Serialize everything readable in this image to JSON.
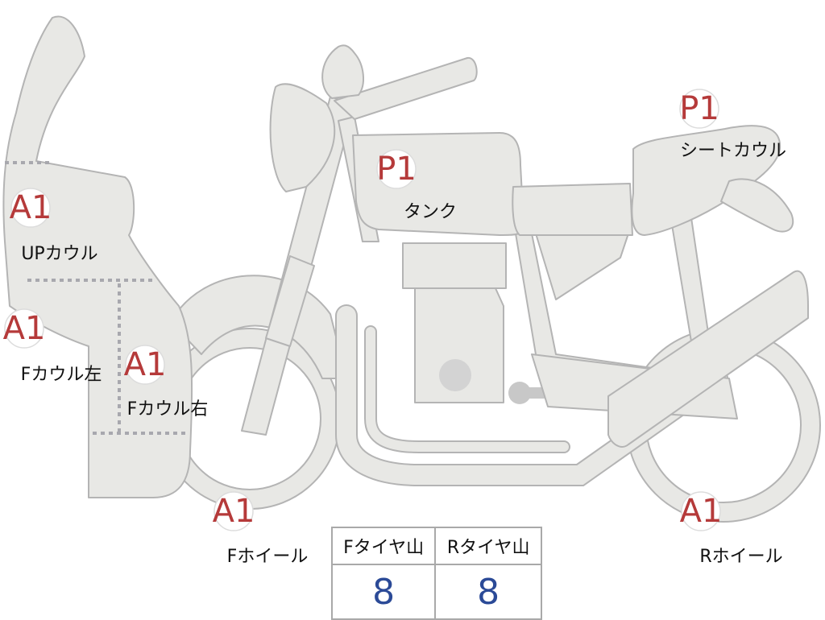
{
  "parts": {
    "up_cowl": {
      "grade": "A1",
      "label": "UPカウル"
    },
    "f_cowl_left": {
      "grade": "A1",
      "label": "Fカウル左"
    },
    "f_cowl_right": {
      "grade": "A1",
      "label": "Fカウル右"
    },
    "tank": {
      "grade": "P1",
      "label": "タンク"
    },
    "seat_cowl": {
      "grade": "P1",
      "label": "シートカウル"
    },
    "f_wheel": {
      "grade": "A1",
      "label": "Fホイール"
    },
    "r_wheel": {
      "grade": "A1",
      "label": "Rホイール"
    }
  },
  "tire_tread": {
    "front_header": "Fタイヤ山",
    "rear_header": "Rタイヤ山",
    "front_value": "8",
    "rear_value": "8"
  },
  "colors": {
    "body_fill": "#e8e8e5",
    "outline": "#b4b4b4",
    "grade_text": "#b53a3a",
    "tread_value": "#2b4a97"
  }
}
